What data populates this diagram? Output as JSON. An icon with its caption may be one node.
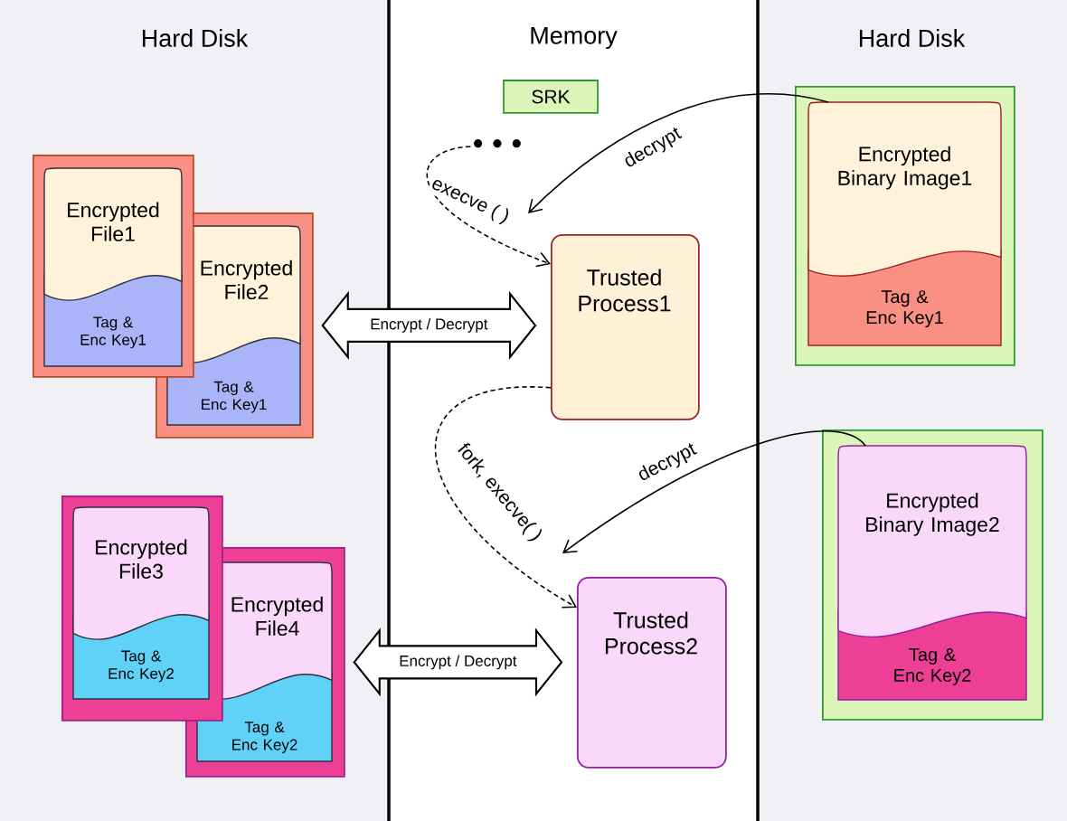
{
  "diagram": {
    "nodes": [
      {
        "text": [],
        "shape": "box"
      },
      {
        "text": [
          "Encrypted File1",
          "Tag & Enc Key1"
        ],
        "in": 0
      },
      {
        "text": [],
        "shape": "box"
      },
      {
        "text": [
          "Encrypted File2",
          "Tag & Enc Key1"
        ],
        "in": 2
      },
      {
        "text": [],
        "shape": "box"
      },
      {
        "text": [
          "Encrypted File3",
          "Tag & Enc Key2"
        ],
        "in": 4
      },
      {
        "text": [],
        "shape": "box"
      },
      {
        "text": [
          "Encrypted File4",
          "Tag & Enc Key2"
        ],
        "in": 6
      },
      {
        "text": [
          "SRK"
        ]
      },
      {
        "text": [
          "• • •"
        ]
      },
      {
        "text": [
          "Trusted Process1"
        ]
      },
      {
        "text": [
          "Trusted Process2"
        ]
      },
      {
        "text": [],
        "shape": "box"
      },
      {
        "text": [
          "Encrypted Binary Image1",
          "Tag & Enc Key1"
        ],
        "in": 12
      },
      {
        "text": [],
        "shape": "box"
      },
      {
        "text": [
          "Encrypted Binary Image2",
          "Tag & Enc Key2"
        ],
        "in": 14
      }
    ],
    "edges": [
      {
        "from": 9,
        "to": 10,
        "arrow": "to",
        "style": "dashed",
        "label": "execve ( )"
      },
      {
        "from": 13,
        "to": null,
        "arrow": "to",
        "label": "decrypt"
      },
      {
        "from": 10,
        "to": 11,
        "arrow": "to",
        "style": "dashed",
        "label": "fork, execve( )"
      },
      {
        "from": 15,
        "to": null,
        "arrow": "to",
        "label": "decrypt"
      },
      {
        "from": 2,
        "to": 10,
        "arrow": "both",
        "label": "Encrypt / Decrypt"
      },
      {
        "from": 6,
        "to": 11,
        "arrow": "both",
        "label": "Encrypt / Decrypt"
      }
    ],
    "labels": [
      "Hard Disk",
      "Memory",
      "Hard Disk"
    ]
  }
}
